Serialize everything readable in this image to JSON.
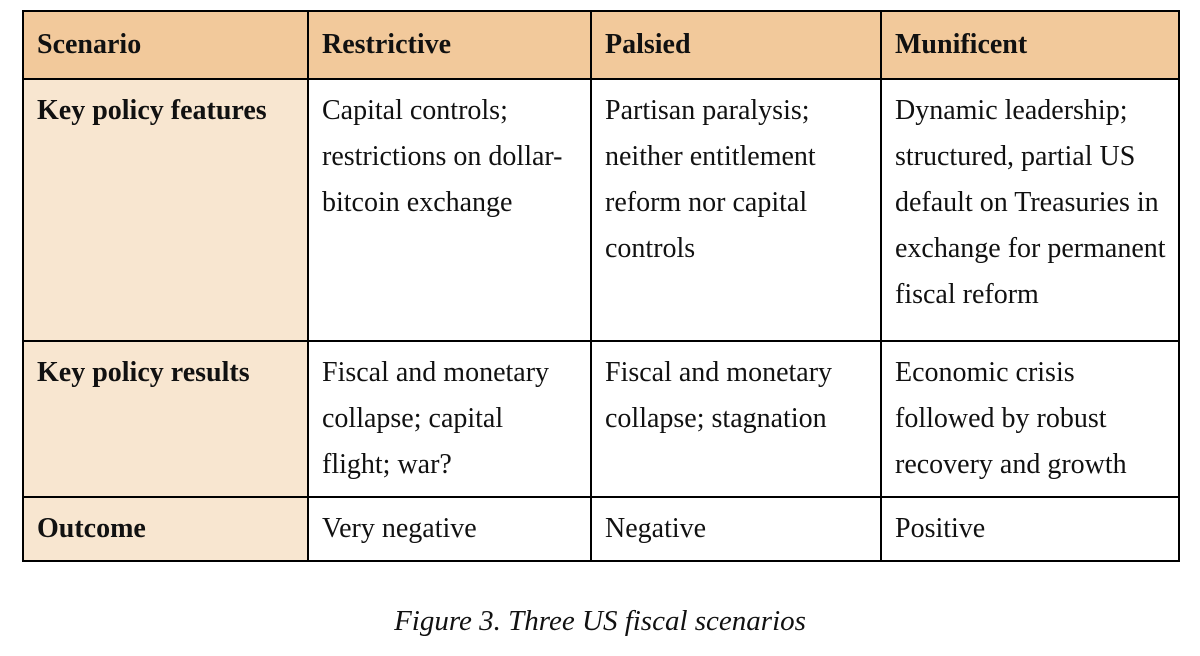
{
  "table": {
    "header": [
      "Scenario",
      "Restrictive",
      "Palsied",
      "Munificent"
    ],
    "rows": [
      {
        "label": "Key policy features",
        "cells": [
          "Capital controls; restrictions on dollar-bitcoin exchange",
          "Partisan paralysis; neither entitlement reform nor capital controls",
          "Dynamic leadership; structured, partial US default on Treasuries in exchange for permanent fiscal reform"
        ]
      },
      {
        "label": "Key policy results",
        "cells": [
          "Fiscal and monetary collapse; capital flight; war?",
          "Fiscal and monetary collapse; stagnation",
          "Economic crisis followed by robust recovery and growth"
        ]
      },
      {
        "label": "Outcome",
        "cells": [
          "Very negative",
          "Negative",
          "Positive"
        ]
      }
    ]
  },
  "caption": "Figure 3. Three US fiscal scenarios",
  "colors": {
    "header_bg": "#f2c99b",
    "row_label_bg": "#f8e6d0",
    "border": "#000000",
    "text": "#111111"
  }
}
